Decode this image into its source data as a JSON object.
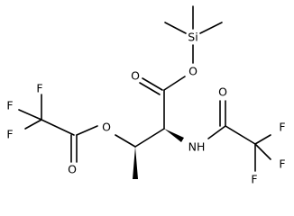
{
  "atom_labels": {
    "si": "Si",
    "o_ester_single": "O",
    "o_ester_double": "O",
    "o_ether": "O",
    "o_tfa_ester_carbonyl": "O",
    "o_amide": "O",
    "nh": "NH",
    "f_left_1": "F",
    "f_left_2": "F",
    "f_left_3": "F",
    "f_right_1": "F",
    "f_right_2": "F",
    "f_right_3": "F"
  }
}
